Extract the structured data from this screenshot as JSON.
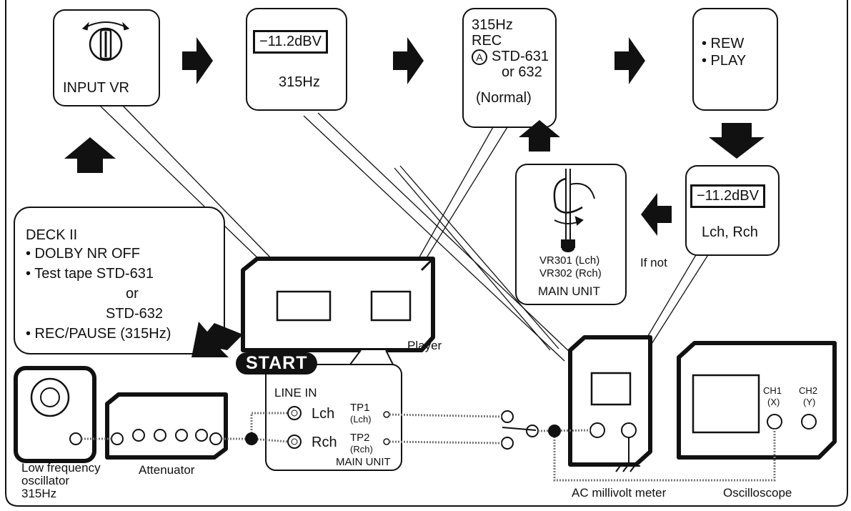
{
  "steps": {
    "input_vr": "INPUT VR",
    "level_readout": "−11.2dBV",
    "freq": "315Hz",
    "rec_line1": "315Hz",
    "rec_line2": "REC",
    "rec_symbol": "A",
    "rec_line3": "STD-631",
    "rec_line4": "or 632",
    "rec_line5": "(Normal)",
    "rew": "• REW",
    "play": "• PLAY",
    "check_readout": "−11.2dBV",
    "check_channels": "Lch, Rch",
    "if_not": "If not",
    "vr301": "VR301 (Lch)",
    "vr302": "VR302 (Rch)",
    "main_unit_adj": "MAIN UNIT"
  },
  "deck_setup": {
    "line1": "DECK II",
    "line2": "• DOLBY NR OFF",
    "line3": "• Test tape STD-631",
    "line4": "or",
    "line5": "STD-632",
    "line6": "• REC/PAUSE (315Hz)"
  },
  "start": "START",
  "devices": {
    "player": "Player",
    "line_in": "LINE IN",
    "lch": "Lch",
    "rch": "Rch",
    "tp1": "TP1",
    "tp1_sub": "(Lch)",
    "tp2": "TP2",
    "tp2_sub": "(Rch)",
    "main_unit": "MAIN UNIT",
    "oscillator_line1": "Low frequency",
    "oscillator_line2": "oscillator",
    "oscillator_line3": "315Hz",
    "attenuator": "Attenuator",
    "millivolt": "AC millivolt meter",
    "oscilloscope": "Oscilloscope",
    "ch1": "CH1",
    "ch1_sub": "(X)",
    "ch2": "CH2",
    "ch2_sub": "(Y)"
  }
}
